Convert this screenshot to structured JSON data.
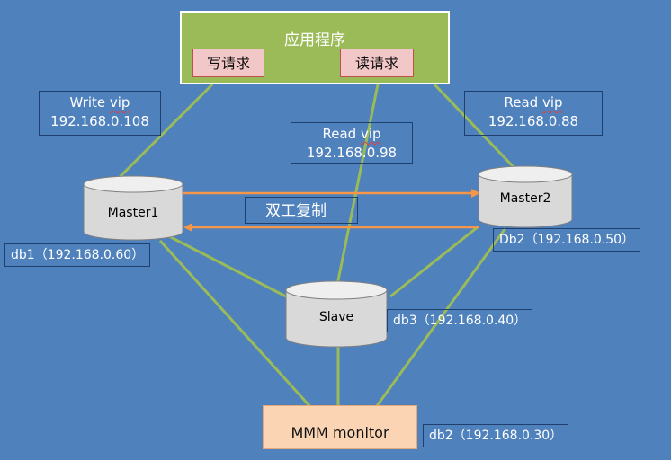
{
  "app": {
    "title": "应用程序",
    "write_request": "写请求",
    "read_request": "读请求"
  },
  "vips": {
    "write": {
      "name": "Write vip",
      "ip": "192.168.0.108"
    },
    "read_center": {
      "name": "Read vip",
      "ip": "192.168.0.98"
    },
    "read_right": {
      "name": "Read vip",
      "ip": "192.168.0.88"
    }
  },
  "nodes": {
    "master1": {
      "name": "Master1",
      "info": "db1（192.168.0.60）"
    },
    "master2": {
      "name": "Master2",
      "info": "Db2（192.168.0.50）"
    },
    "slave": {
      "name": "Slave",
      "info": "db3（192.168.0.40）"
    },
    "monitor": {
      "name": "MMM monitor",
      "info": "db2（192.168.0.30）"
    }
  },
  "replication": {
    "label": "双工复制"
  },
  "colors": {
    "background": "#4f81bd",
    "app_box": "#9bbb59",
    "request_box": "#f2c7c7",
    "link_line": "#9bbb59",
    "replication_arrow": "#f79646",
    "monitor_box": "#fbd4b4"
  }
}
